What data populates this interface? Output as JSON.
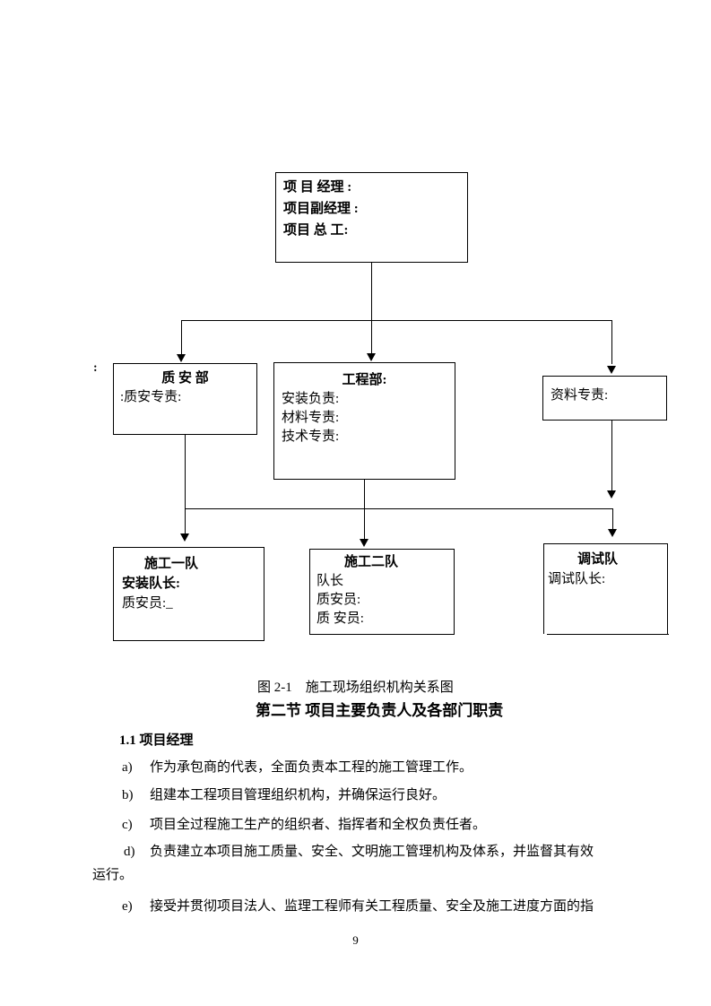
{
  "diagram": {
    "stray_colon": ":",
    "top_box": {
      "line1": "项 目 经理 :",
      "line2": "项目副经理 :",
      "line3": "项目 总 工:"
    },
    "zhian": {
      "title": "质 安 部",
      "line1": ":质安专责:"
    },
    "gongcheng": {
      "title": "工程部:",
      "line1": "安装负责:",
      "line2": "材料专责:",
      "line3": "技术专责:"
    },
    "ziliao": {
      "line1": "资料专责:"
    },
    "shigong1": {
      "title": "施工一队",
      "line1": "安装队长:",
      "line2": "质安员:_"
    },
    "shigong2": {
      "title": "施工二队",
      "line1": "队长",
      "line2": "质安员:",
      "line3": "质 安员:"
    },
    "tiaoshi": {
      "title": "调试队",
      "line1": "调试队长:"
    }
  },
  "caption": "图 2-1　施工现场组织机构关系图",
  "heading": "第二节 项目主要负责人及各部门职责",
  "section": {
    "subheading": "1.1 项目经理",
    "items": [
      {
        "marker": "a)",
        "text": "作为承包商的代表，全面负责本工程的施工管理工作。"
      },
      {
        "marker": "b)",
        "text": "组建本工程项目管理组织机构，并确保运行良好。"
      },
      {
        "marker": "c)",
        "text": "项目全过程施工生产的组织者、指挥者和全权负责任者。"
      },
      {
        "marker": "d)",
        "text": "负责建立本项目施工质量、安全、文明施工管理机构及体系，并监督其有效"
      },
      {
        "marker": "e)",
        "text": "接受并贯彻项目法人、监理工程师有关工程质量、安全及施工进度方面的指"
      }
    ],
    "item_d_wrap": "运行。"
  },
  "page_number": "9"
}
